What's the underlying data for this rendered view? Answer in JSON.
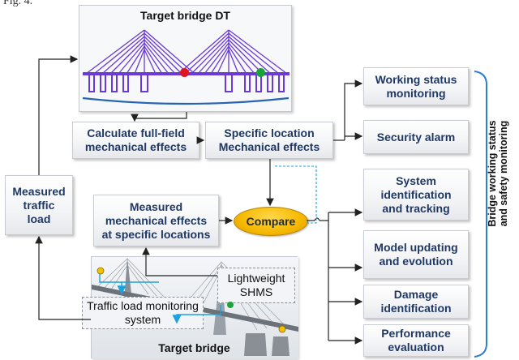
{
  "figure": {
    "label": "Fig. 4."
  },
  "digital_twin": {
    "title": "Target bridge DT"
  },
  "physical": {
    "title": "Target bridge"
  },
  "boxes": {
    "calc": "Calculate full-field mechanical effects",
    "specific": "Specific location Mechanical effects",
    "measured_load": "Measured traffic load",
    "measured_effects": "Measured mechanical effects at specific locations",
    "compare": "Compare",
    "lightweight": "Lightweight SHMS",
    "traffic_system": "Traffic load monitoring system",
    "working_status": "Working status monitoring",
    "security": "Security alarm",
    "system_id": "System identification and tracking",
    "model_updating": "Model updating and evolution",
    "damage": "Damage identification",
    "performance": "Performance evaluation"
  },
  "side_label": {
    "line1": "Bridge working status",
    "line2": "and safety monitoring"
  },
  "colors": {
    "bridge_dt": "#6a3ad8",
    "sensor_red": "#e0141e",
    "sensor_green": "#1aa33a",
    "arrow_blue": "#1aa3df",
    "compare_fill": "#f5b800",
    "text_navy": "#1f3864"
  }
}
